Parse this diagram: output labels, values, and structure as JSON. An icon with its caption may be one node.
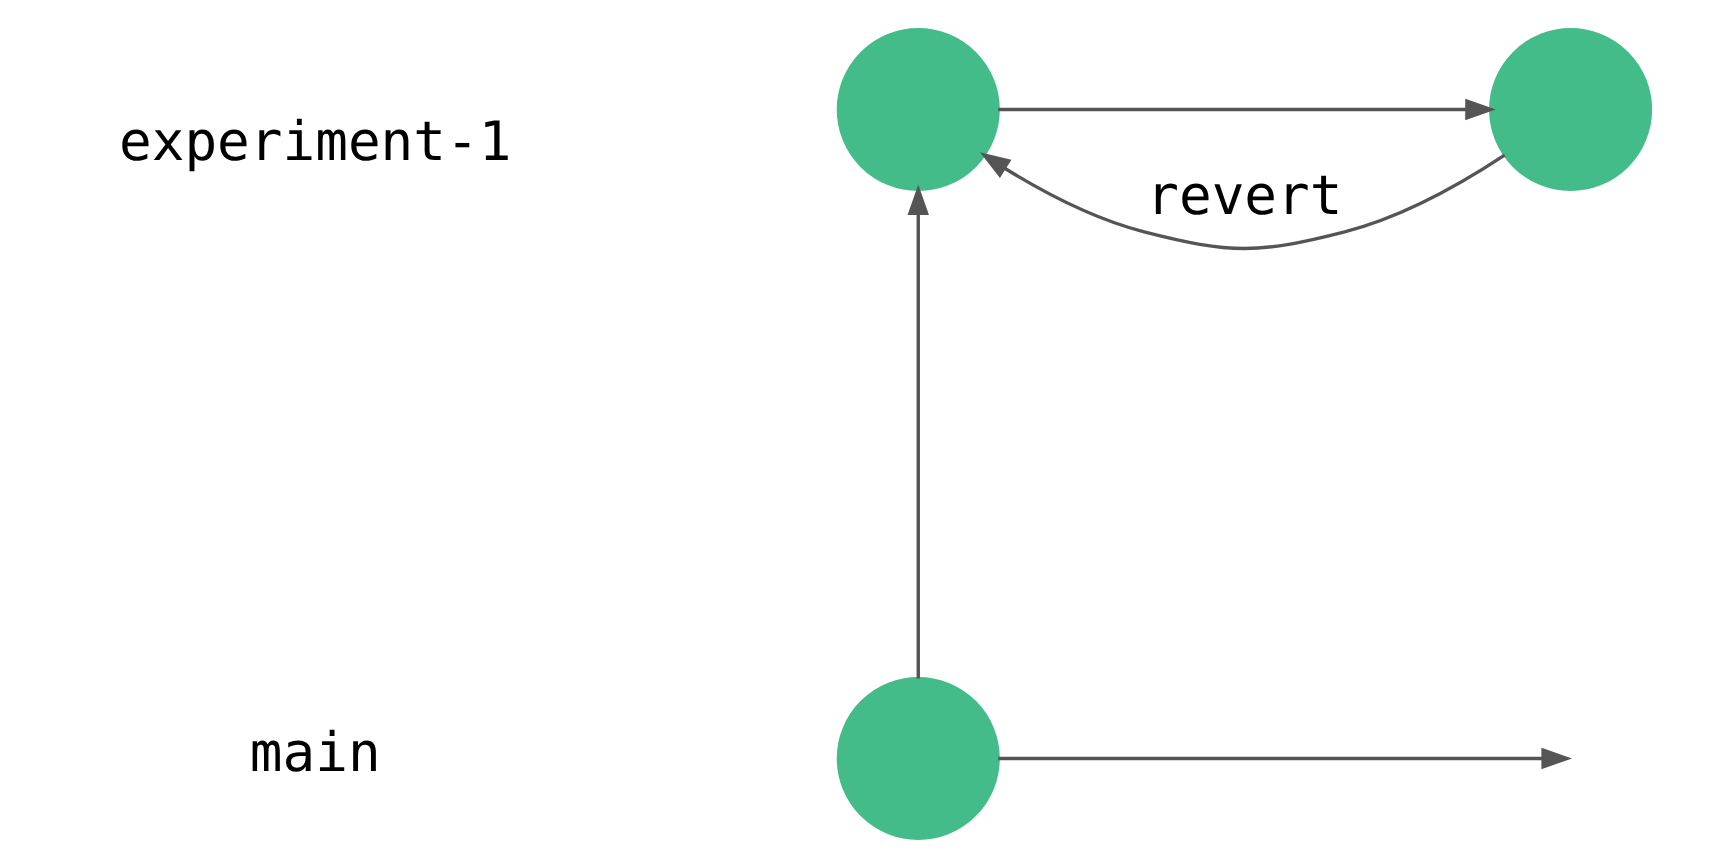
{
  "diagram": {
    "nodes": [
      {
        "text": [],
        "shape": "circle"
      },
      {
        "text": [],
        "shape": "circle"
      },
      {
        "text": [],
        "shape": "circle"
      }
    ],
    "edges": [
      {
        "from": 2,
        "to": 0,
        "arrow": "to"
      },
      {
        "from": 0,
        "to": 1,
        "arrow": "to"
      },
      {
        "from": 1,
        "to": 0,
        "arrow": "to",
        "label": "revert"
      },
      {
        "from": 2,
        "to": null,
        "arrow": "to"
      }
    ],
    "labels": [
      "experiment-1",
      "main"
    ]
  }
}
